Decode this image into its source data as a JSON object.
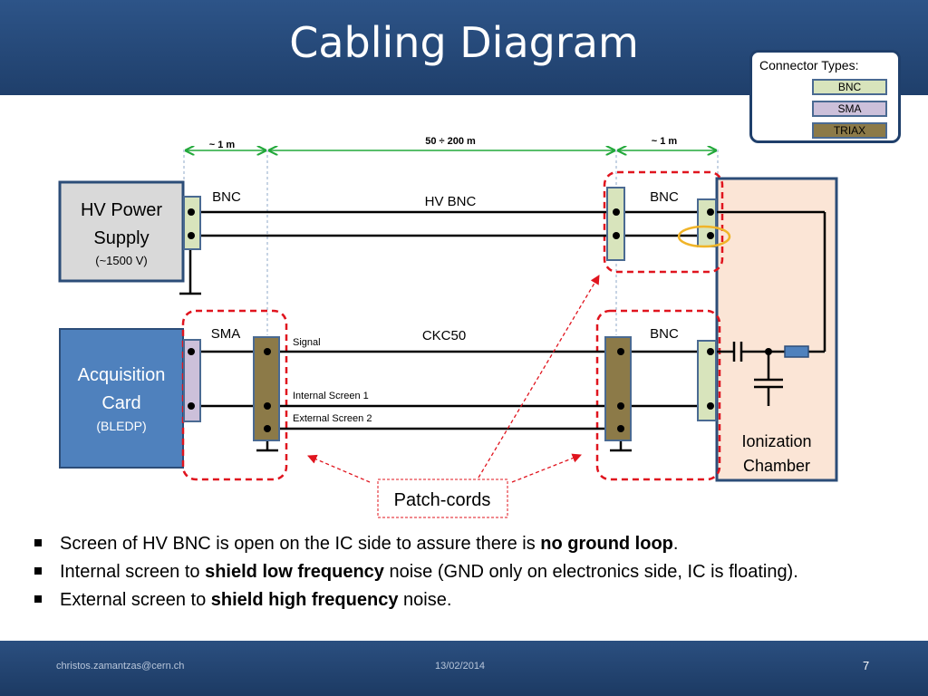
{
  "slide": {
    "title": "Cabling Diagram",
    "footer": {
      "email": "christos.zamantzas@cern.ch",
      "date": "13/02/2014",
      "page": "7"
    }
  },
  "legend": {
    "title": "Connector Types:",
    "items": [
      {
        "label": "BNC",
        "color": "#d8e4bc"
      },
      {
        "label": "SMA",
        "color": "#ccc0da"
      },
      {
        "label": "TRIAX",
        "color": "#8c7a48"
      }
    ]
  },
  "diagram": {
    "dimensions": {
      "left": "~ 1 m",
      "middle": "50 ÷ 200 m",
      "right": "~ 1 m"
    },
    "hv_supply": {
      "line1": "HV Power",
      "line2": "Supply",
      "line3": "(~1500 V)"
    },
    "acq_card": {
      "line1": "Acquisition",
      "line2": "Card",
      "line3": "(BLEDP)"
    },
    "chamber": {
      "line1": "Ionization",
      "line2": "Chamber"
    },
    "connector_labels": {
      "hv_left": "BNC",
      "hv_right": "BNC",
      "acq_left": "SMA",
      "acq_right": "BNC"
    },
    "cable_labels": {
      "hv": "HV BNC",
      "signal_cable": "CKC50",
      "signal": "Signal",
      "internal_screen": "Internal Screen 1",
      "external_screen": "External Screen 2"
    },
    "callout": "Patch-cords",
    "colors": {
      "dimension": "#22a83a",
      "patch_outline": "#e0141e",
      "ring": "#f0b428",
      "chamber_fill": "#fbe5d6",
      "acq_fill": "#4f81bd",
      "hv_fill": "#d9d9d9"
    }
  },
  "bullets": [
    {
      "pre": "Screen of HV BNC is open on the IC side to assure there is ",
      "bold": "no ground loop",
      "post": "."
    },
    {
      "pre": "Internal screen to ",
      "bold": "shield low frequency",
      "post": " noise (GND only on electronics side, IC is floating)."
    },
    {
      "pre": "External screen to ",
      "bold": "shield high frequency",
      "post": " noise."
    }
  ]
}
